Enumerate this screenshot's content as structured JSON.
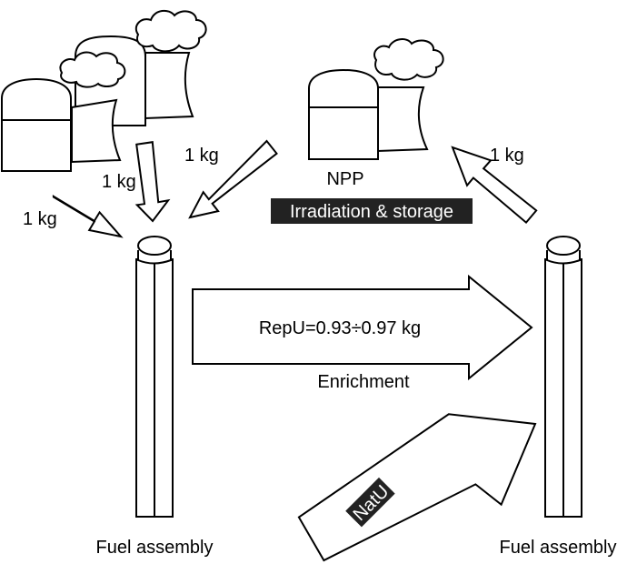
{
  "labels": {
    "mass_left": "1 kg",
    "mass_middle": "1 kg",
    "mass_top": "1 kg",
    "mass_right": "1 kg",
    "npp": "NPP",
    "irradiation": "Irradiation & storage",
    "repu": "RepU=0.93÷0.97 kg",
    "enrichment": "Enrichment",
    "natu": "NatU",
    "fuel_left": "Fuel assembly",
    "fuel_right": "Fuel assembly"
  },
  "colors": {
    "stroke": "#000000",
    "background": "#ffffff",
    "highlight_bg": "#222222",
    "highlight_text": "#ffffff"
  }
}
